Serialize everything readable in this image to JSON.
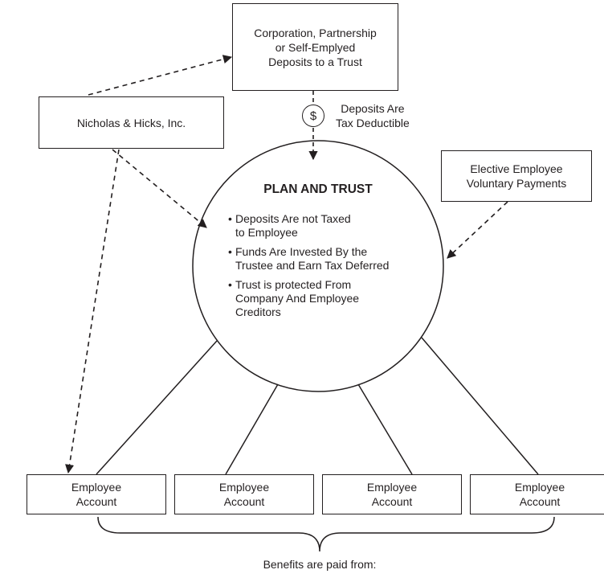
{
  "corporation_box": {
    "lines": [
      "Corporation, Partnership",
      "or Self-Emplyed",
      "Deposits to a Trust"
    ]
  },
  "nicholas_box": {
    "label": "Nicholas & Hicks, Inc."
  },
  "deposits_note": {
    "symbol": "$",
    "lines": [
      "Deposits Are",
      "Tax Deductible"
    ]
  },
  "elective_box": {
    "lines": [
      "Elective Employee",
      "Voluntary Payments"
    ]
  },
  "plan_trust": {
    "title": "PLAN AND TRUST",
    "bullets": [
      [
        "Deposits Are not Taxed",
        "to Employee"
      ],
      [
        "Funds Are Invested By the",
        "Trustee and Earn Tax Deferred"
      ],
      [
        "Trust is protected From",
        "Company And Employee",
        "Creditors"
      ]
    ]
  },
  "employee_accounts": [
    {
      "line1": "Employee",
      "line2": "Account"
    },
    {
      "line1": "Employee",
      "line2": "Account"
    },
    {
      "line1": "Employee",
      "line2": "Account"
    },
    {
      "line1": "Employee",
      "line2": "Account"
    }
  ],
  "benefits_label": "Benefits are paid from:"
}
